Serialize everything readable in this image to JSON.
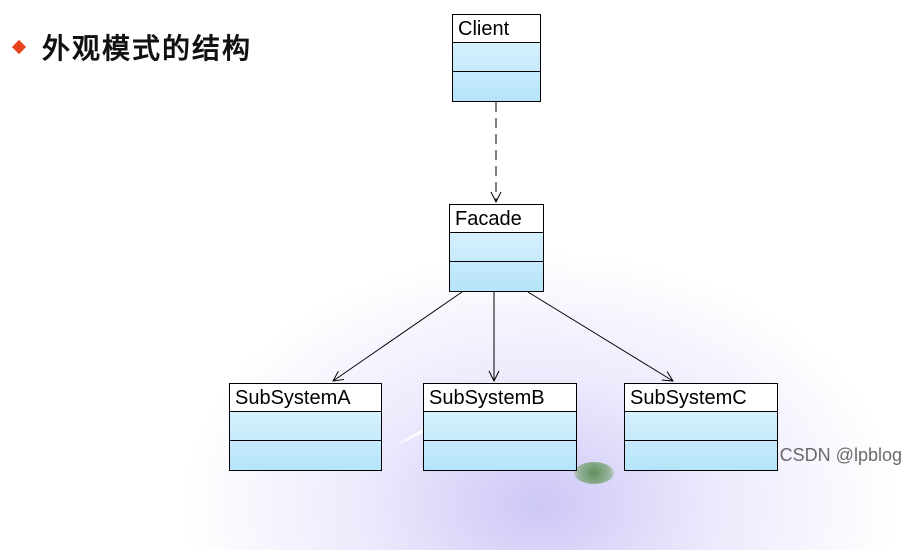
{
  "slide": {
    "title": "外观模式的结构",
    "bullet_color": "#e8421c"
  },
  "diagram": {
    "classes": [
      {
        "id": "client",
        "name": "Client"
      },
      {
        "id": "facade",
        "name": "Facade"
      },
      {
        "id": "subsystem-a",
        "name": "SubSystemA"
      },
      {
        "id": "subsystem-b",
        "name": "SubSystemB"
      },
      {
        "id": "subsystem-c",
        "name": "SubSystemC"
      }
    ],
    "relations": [
      {
        "from": "Client",
        "to": "Facade",
        "style": "dashed"
      },
      {
        "from": "Facade",
        "to": "SubSystemA",
        "style": "solid"
      },
      {
        "from": "Facade",
        "to": "SubSystemB",
        "style": "solid"
      },
      {
        "from": "Facade",
        "to": "SubSystemC",
        "style": "solid"
      }
    ],
    "box_fill": "#b6e4fa",
    "line_color": "#000000"
  },
  "watermark": "CSDN @lpblog"
}
